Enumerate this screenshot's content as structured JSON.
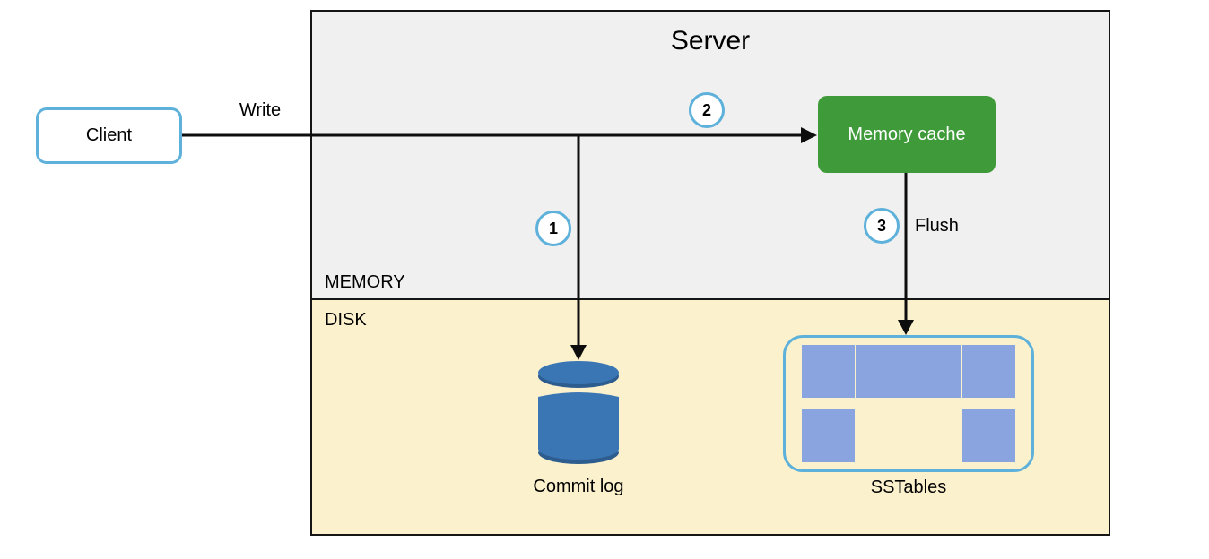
{
  "diagram": {
    "title": "Server",
    "client_label": "Client",
    "write_label": "Write",
    "memory_label": "MEMORY",
    "disk_label": "DISK",
    "memory_cache_label": "Memory cache",
    "flush_label": "Flush",
    "commit_log_label": "Commit log",
    "sstables_label": "SSTables",
    "steps": [
      "1",
      "2",
      "3"
    ],
    "sstables_count": 6,
    "colors": {
      "accent_blue": "#5eb1da",
      "memory_cache_green": "#3f9b3a",
      "cylinder_blue": "#3a76b4",
      "cylinder_dark_blue": "#2d5c8f",
      "sstable_square_blue": "#89a4de",
      "memory_background": "#f0f0f0",
      "disk_background": "#fbf1cc",
      "connector_black": "#0d0d0d"
    }
  }
}
